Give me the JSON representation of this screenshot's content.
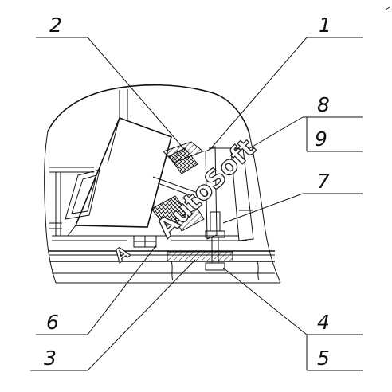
{
  "callouts": {
    "c1": "1",
    "c2": "2",
    "c3": "3",
    "c4": "4",
    "c5": "5",
    "c6": "6",
    "c7": "7",
    "c8": "8",
    "c9": "9"
  },
  "watermark": {
    "main": "AutoSoft",
    "prefix": "A"
  },
  "colors": {
    "ink": "#111111",
    "paper": "#ffffff"
  }
}
